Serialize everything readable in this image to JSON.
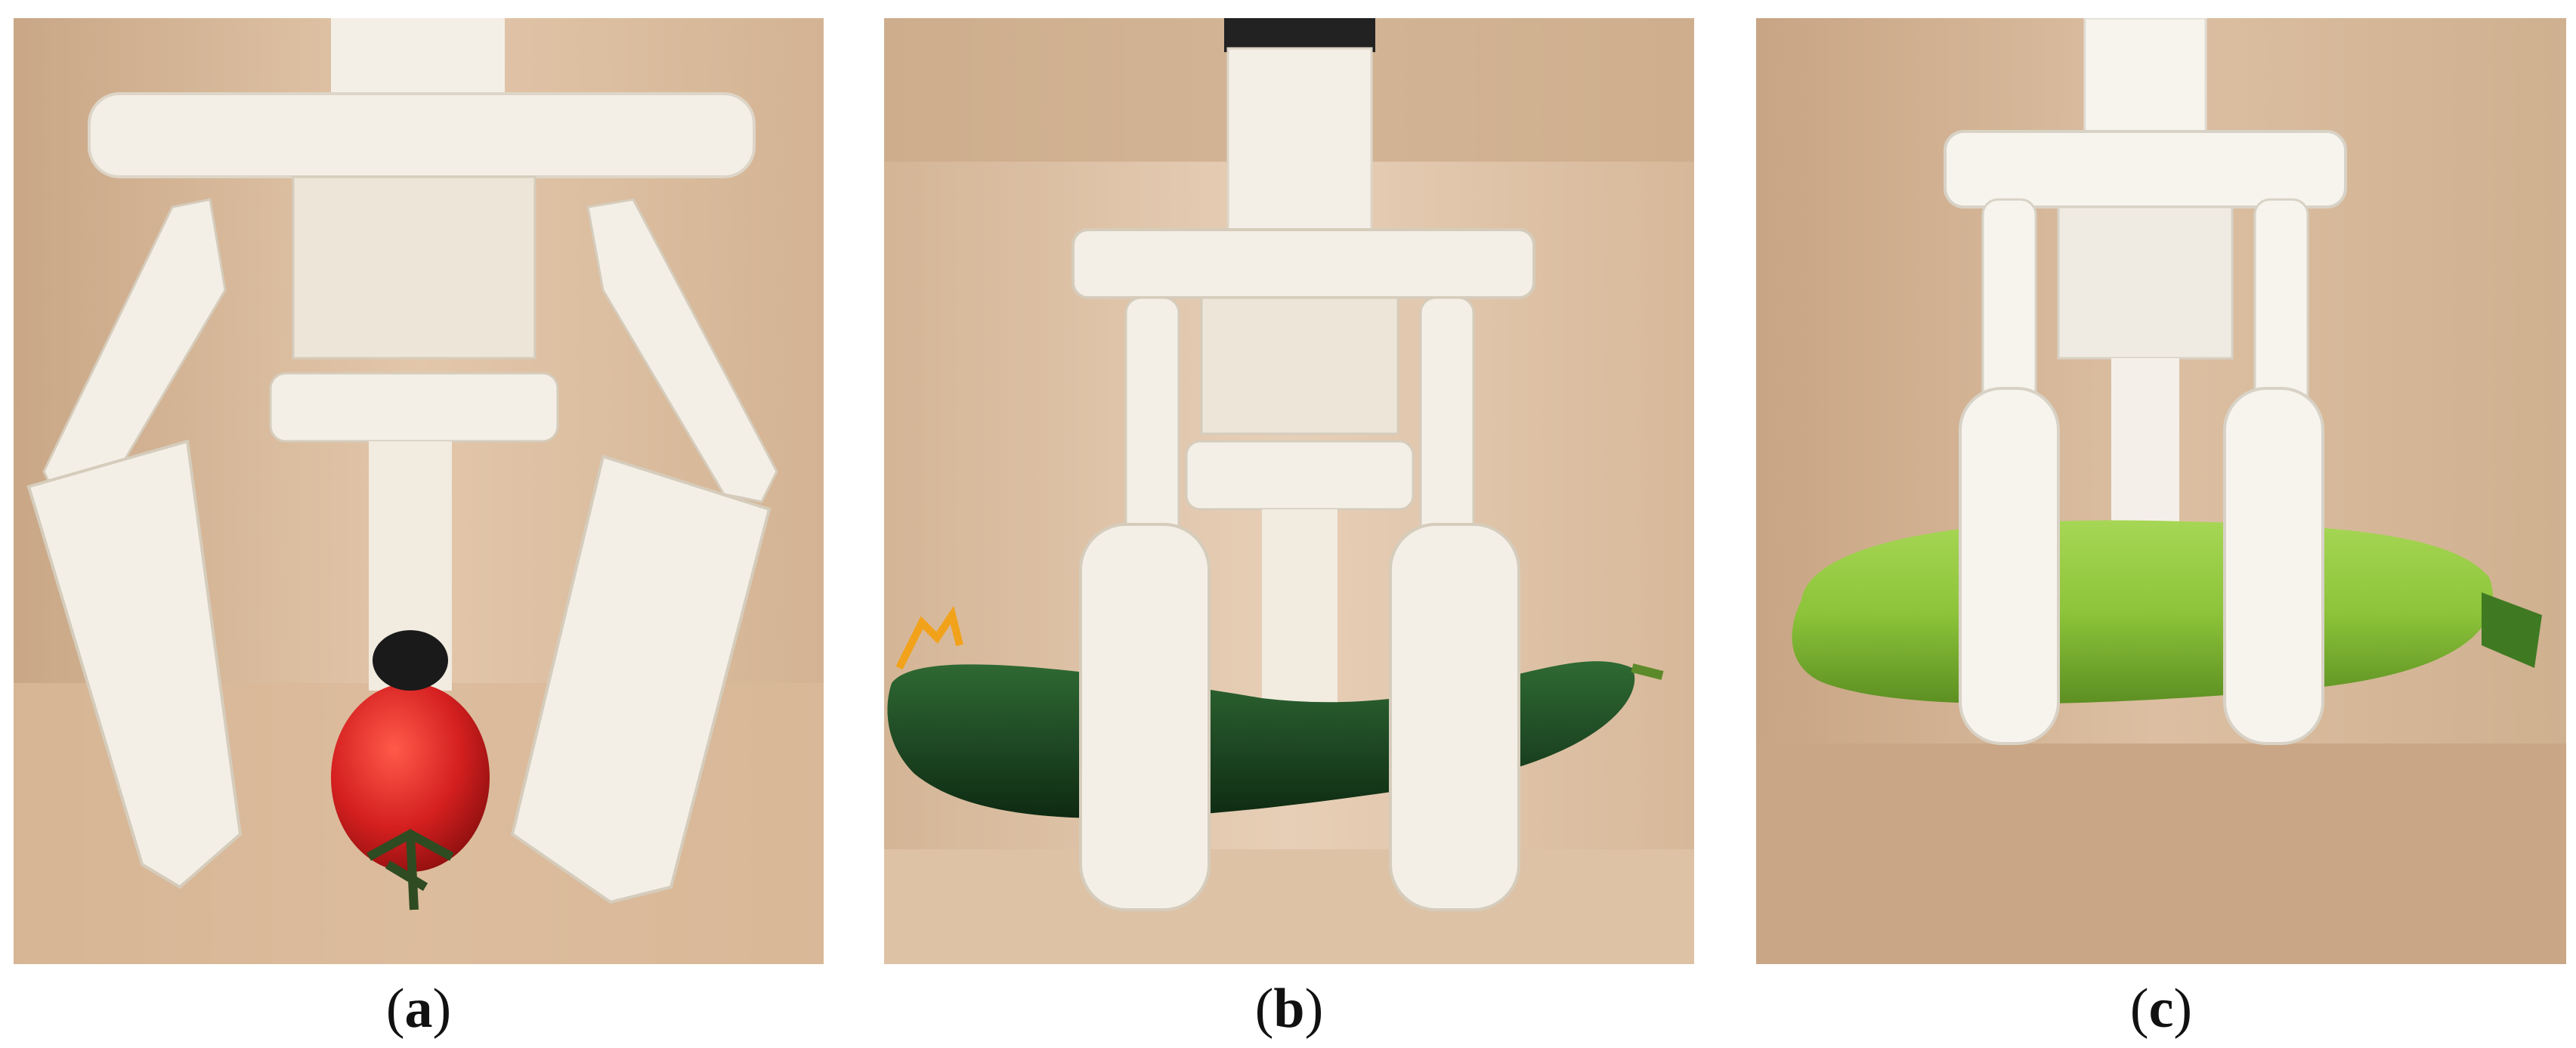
{
  "panels": [
    {
      "id": "a",
      "label_open": "(",
      "letter": "a",
      "label_close": ")",
      "subject": "tomato"
    },
    {
      "id": "b",
      "label_open": "(",
      "letter": "b",
      "label_close": ")",
      "subject": "cucumber"
    },
    {
      "id": "c",
      "label_open": "(",
      "letter": "c",
      "label_close": ")",
      "subject": "zucchini"
    }
  ],
  "colors": {
    "wood_light": "#e6cdb4",
    "wood_dark": "#c9a988",
    "gripper_white": "#f4efe6",
    "gripper_shade": "#ddd5c7",
    "tomato_red": "#d41f1f",
    "cucumber_green": "#1f4a24",
    "zucchini_green": "#8dc43a"
  }
}
